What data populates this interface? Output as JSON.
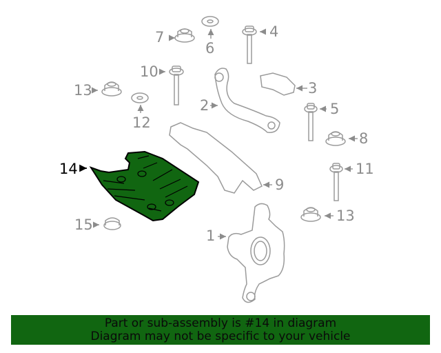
{
  "diagram": {
    "highlighted_part": "14",
    "colors": {
      "highlight_fill": "#116611",
      "line": "#9a9a9a",
      "highlight_label": "#000000",
      "label": "#8c8c8c"
    },
    "callouts": [
      {
        "number": "1",
        "part": "knuckle"
      },
      {
        "number": "2",
        "part": "upper control arm"
      },
      {
        "number": "3",
        "part": "bracket"
      },
      {
        "number": "4",
        "part": "bolt"
      },
      {
        "number": "5",
        "part": "bolt"
      },
      {
        "number": "6",
        "part": "washer"
      },
      {
        "number": "7",
        "part": "nut"
      },
      {
        "number": "8",
        "part": "nut"
      },
      {
        "number": "9",
        "part": "lower control arm"
      },
      {
        "number": "10",
        "part": "bolt"
      },
      {
        "number": "11",
        "part": "bolt"
      },
      {
        "number": "12",
        "part": "washer"
      },
      {
        "number": "13",
        "part": "nut"
      },
      {
        "number": "13",
        "part": "nut"
      },
      {
        "number": "14",
        "part": "shield (highlighted)"
      },
      {
        "number": "15",
        "part": "nut"
      }
    ]
  },
  "banner": {
    "line1": "Part or sub-assembly is #14 in diagram",
    "line2": "Diagram may not be specific to your vehicle",
    "color": "#116611"
  }
}
